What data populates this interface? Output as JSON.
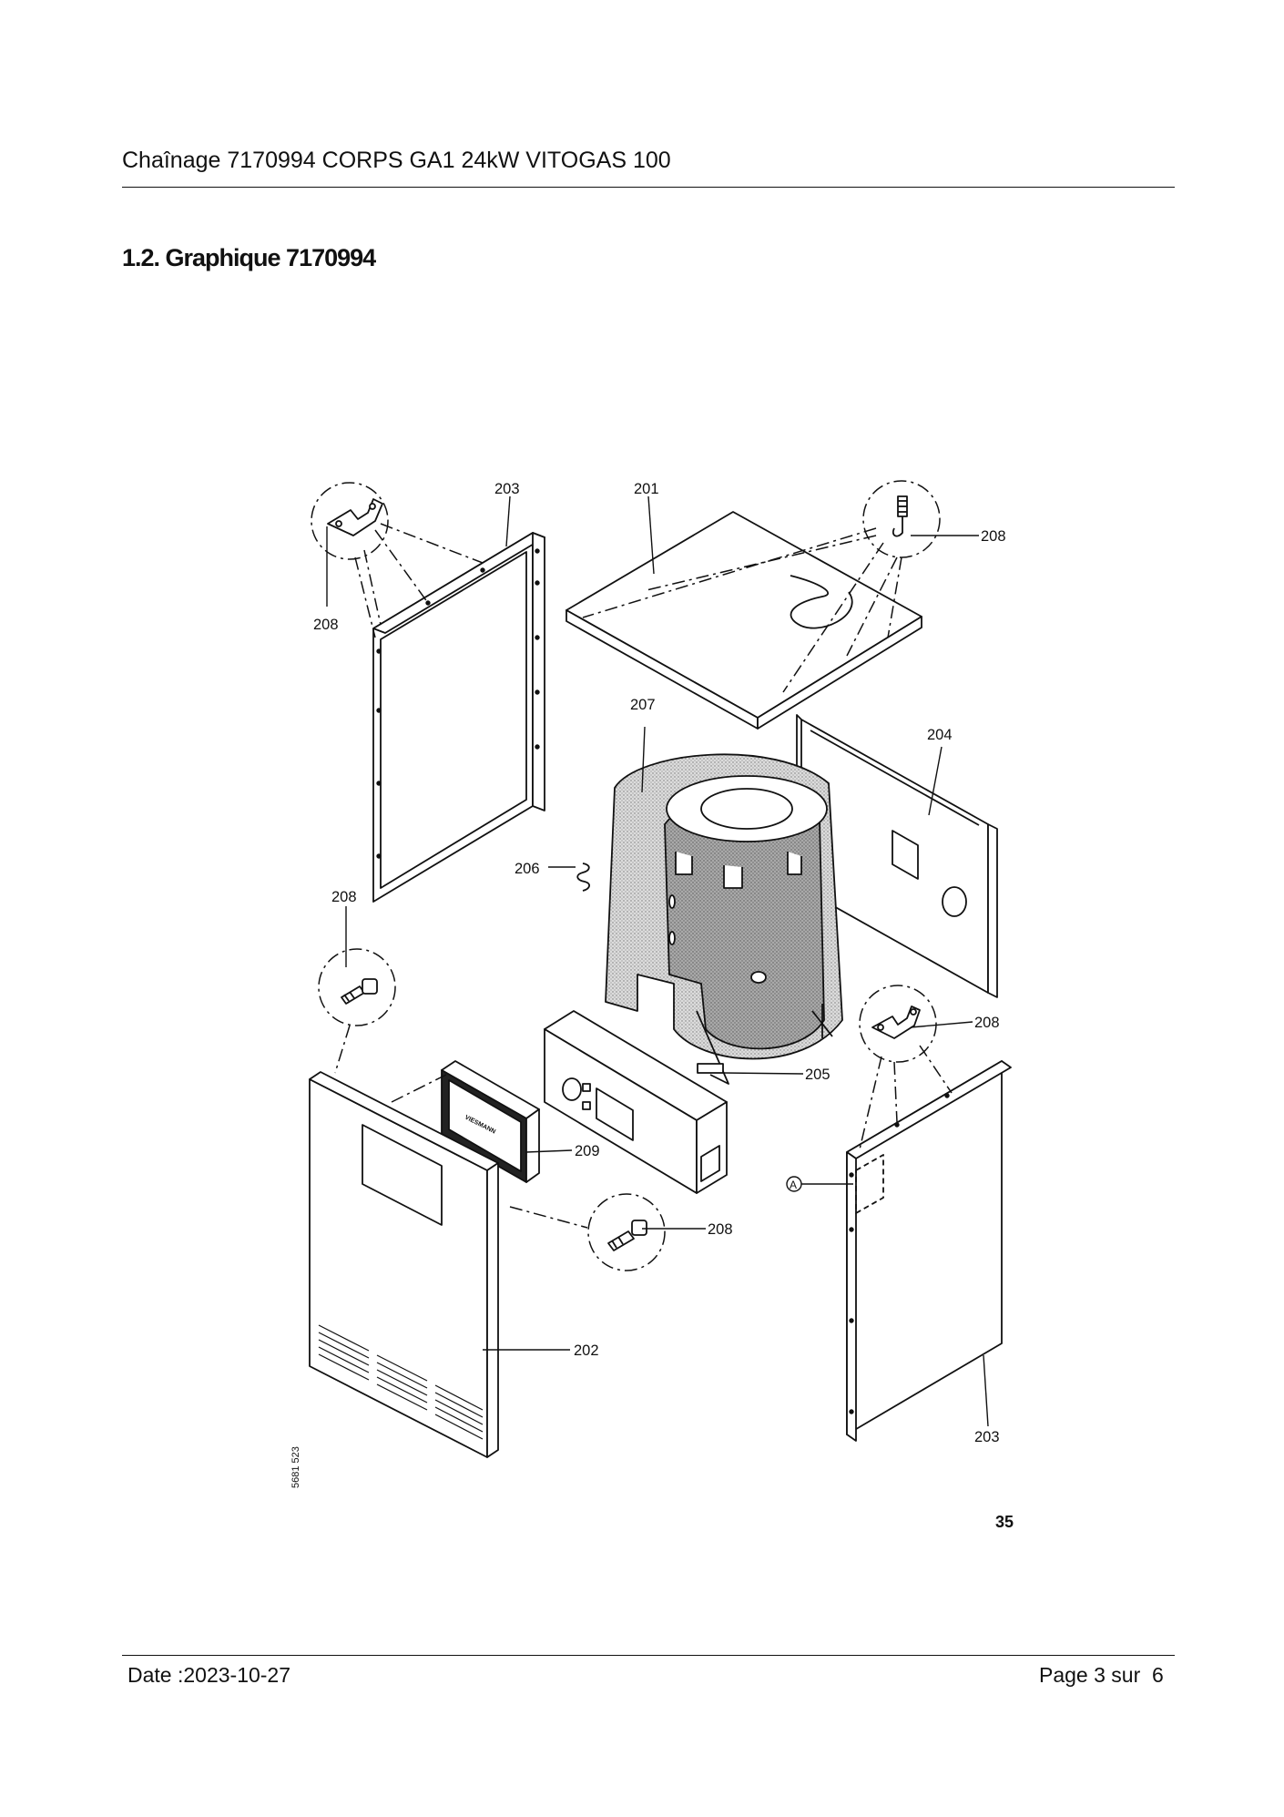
{
  "header": {
    "title": "Chaînage 7170994 CORPS GA1 24kW VITOGAS 100"
  },
  "section": {
    "heading": "1.2. Graphique 7170994"
  },
  "diagram": {
    "callouts": {
      "c201": "201",
      "c202": "202",
      "c203_top": "203",
      "c203_bottom": "203",
      "c204": "204",
      "c205": "205",
      "c206": "206",
      "c207": "207",
      "c208_top_left": "208",
      "c208_top_right": "208",
      "c208_mid_left": "208",
      "c208_mid_right": "208",
      "c208_front": "208",
      "c209": "209",
      "marker_a": "A"
    },
    "drawing_number": "5681 523",
    "figure_number": "35",
    "brand_mark": "VIESMANN"
  },
  "footer": {
    "date": "Date :2023-10-27",
    "page": "Page 3 sur  6"
  },
  "colors": {
    "line": "#111111",
    "insulation_shade": "#c8c8c8",
    "body_shade": "#a9a9a9"
  }
}
